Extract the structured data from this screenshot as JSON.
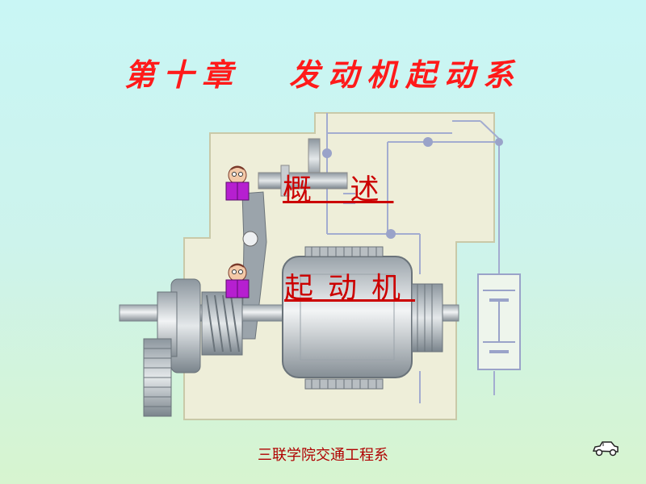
{
  "title": {
    "chapter": "第十章",
    "subject": "发动机起动系"
  },
  "menu": {
    "items": [
      {
        "label": "概  述"
      },
      {
        "label": "起动机"
      }
    ]
  },
  "footer": {
    "text": "三联学院交通工程系"
  },
  "icons": {
    "menu_item_icon": "book-reader-icon",
    "navigation_icon": "car-icon"
  },
  "colors": {
    "title": "#ff1a1a",
    "links": "#cc0000",
    "background_top": "#c9f6f5",
    "background_bottom": "#d7f4cf"
  }
}
